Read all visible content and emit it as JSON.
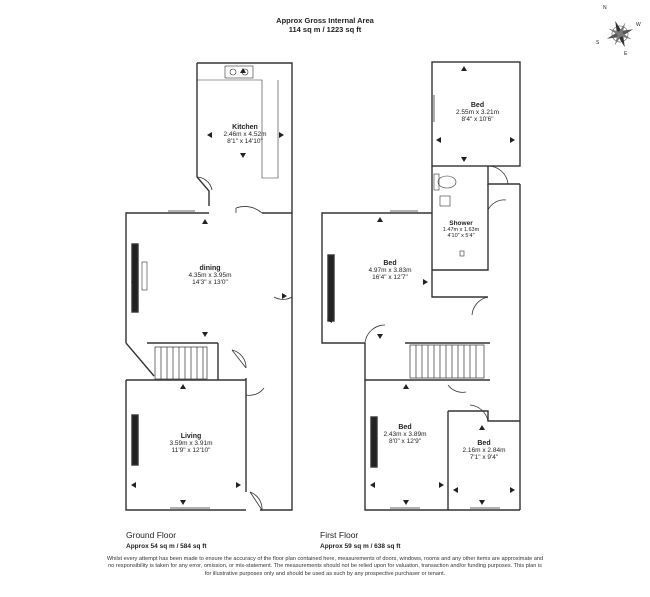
{
  "header": {
    "title": "Approx Gross Internal Area",
    "area": "114 sq m / 1223 sq ft"
  },
  "compass": {
    "letters": {
      "n": "N",
      "e": "E",
      "s": "S",
      "w": "W"
    }
  },
  "ground_floor": {
    "name": "Ground Floor",
    "area": "Approx 54 sq m / 584 sq ft",
    "rooms": {
      "kitchen": {
        "name": "Kitchen",
        "metric": "2.46m x 4.52m",
        "imperial": "8'1\" x 14'10\""
      },
      "dining": {
        "name": "dining",
        "metric": "4.35m x 3.95m",
        "imperial": "14'3\" x 13'0\""
      },
      "living": {
        "name": "Living",
        "metric": "3.59m x 3.91m",
        "imperial": "11'9\" x 12'10\""
      }
    }
  },
  "first_floor": {
    "name": "First Floor",
    "area": "Approx 59 sq m / 638 sq ft",
    "rooms": {
      "bed_rear": {
        "name": "Bed",
        "metric": "2.55m x 3.21m",
        "imperial": "8'4\" x 10'6\""
      },
      "shower": {
        "name": "Shower",
        "metric": "1.47m x 1.63m",
        "imperial": "4'10\" x 5'4\""
      },
      "bed_main": {
        "name": "Bed",
        "metric": "4.97m x 3.83m",
        "imperial": "16'4\" x 12'7\""
      },
      "bed_front_left": {
        "name": "Bed",
        "metric": "2.43m x 3.89m",
        "imperial": "8'0\" x 12'9\""
      },
      "bed_front_right": {
        "name": "Bed",
        "metric": "2.16m x 2.84m",
        "imperial": "7'1\" x 9'4\""
      }
    }
  },
  "disclaimer": "Whilst every attempt has been made to ensure the accuracy of the floor plan contained here, measurements of doors, windows, rooms and any other items are approximate and no responsibility is taken for any error, omission, or mis-statement. The measurements should not be relied upon for valuation, transaction and/or funding purposes. This plan is for illustrative purposes only and should be used as such by any prospective purchaser or tenant."
}
